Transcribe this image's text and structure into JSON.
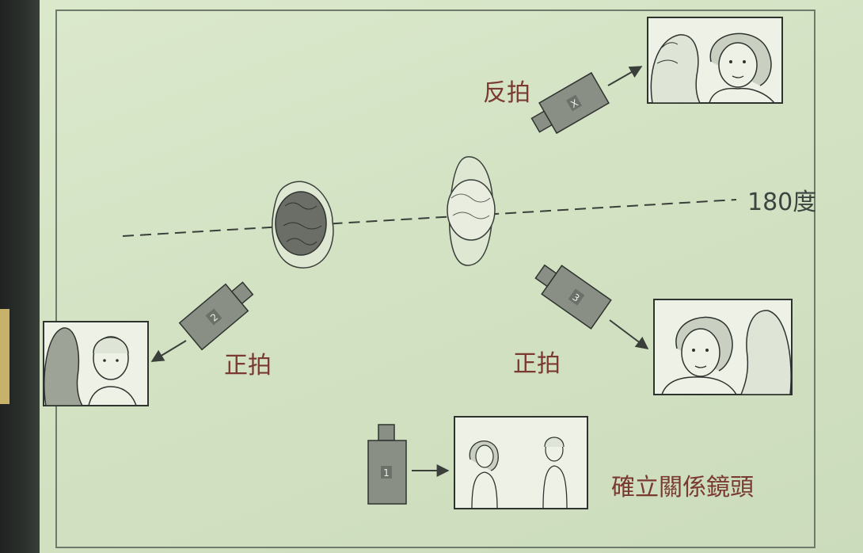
{
  "labels": {
    "reverse_shot": "反拍",
    "axis_label": "180度",
    "forward_shot_left": "正拍",
    "forward_shot_right": "正拍",
    "establishing_shot": "確立關係鏡頭"
  },
  "cameras": {
    "cam_x": "X",
    "cam_1": "1",
    "cam_2": "2",
    "cam_3": "3"
  },
  "colors": {
    "label_red": "#7a3a32",
    "camera_gray": "#8a8f86",
    "line_dark": "#3a3f3a"
  }
}
